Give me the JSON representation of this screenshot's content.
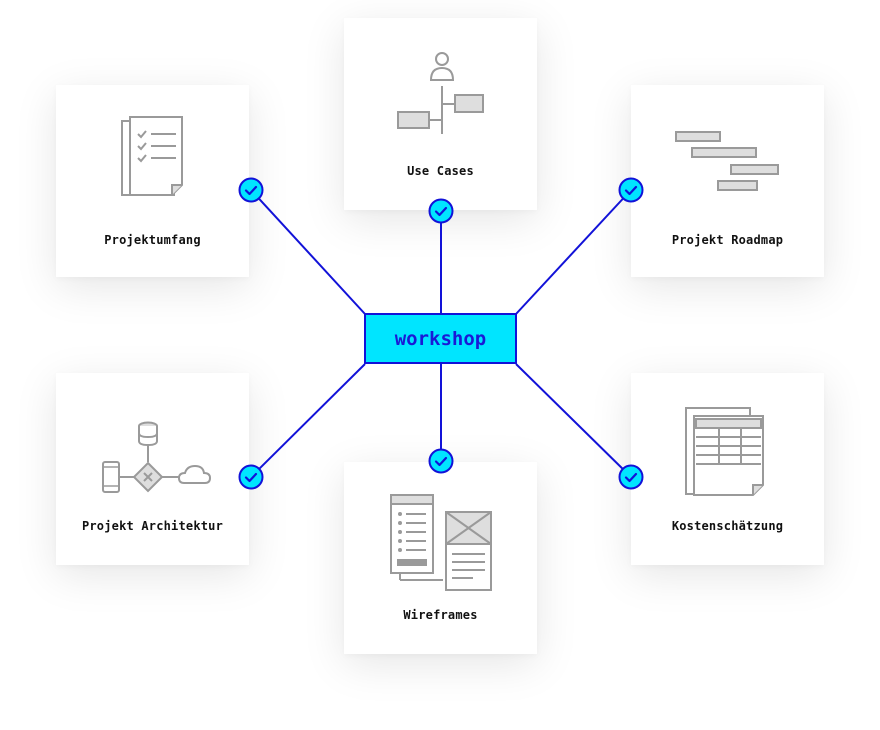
{
  "hub": {
    "label": "workshop"
  },
  "cards": [
    {
      "key": "projektumfang",
      "label": "Projektumfang",
      "icon": "checklist-document-icon"
    },
    {
      "key": "use_cases",
      "label": "Use Cases",
      "icon": "use-case-diagram-icon"
    },
    {
      "key": "roadmap",
      "label": "Projekt Roadmap",
      "icon": "gantt-roadmap-icon"
    },
    {
      "key": "architektur",
      "label": "Projekt Architektur",
      "icon": "architecture-diagram-icon"
    },
    {
      "key": "wireframes",
      "label": "Wireframes",
      "icon": "wireframe-icon"
    },
    {
      "key": "kosten",
      "label": "Kostenschätzung",
      "icon": "spreadsheet-document-icon"
    }
  ],
  "colors": {
    "line": "#1212d8",
    "hub_fill": "#00e5ff",
    "check_fill": "#00e5ff",
    "icon_stroke": "#9a9a9a",
    "icon_fill": "#dedede"
  }
}
